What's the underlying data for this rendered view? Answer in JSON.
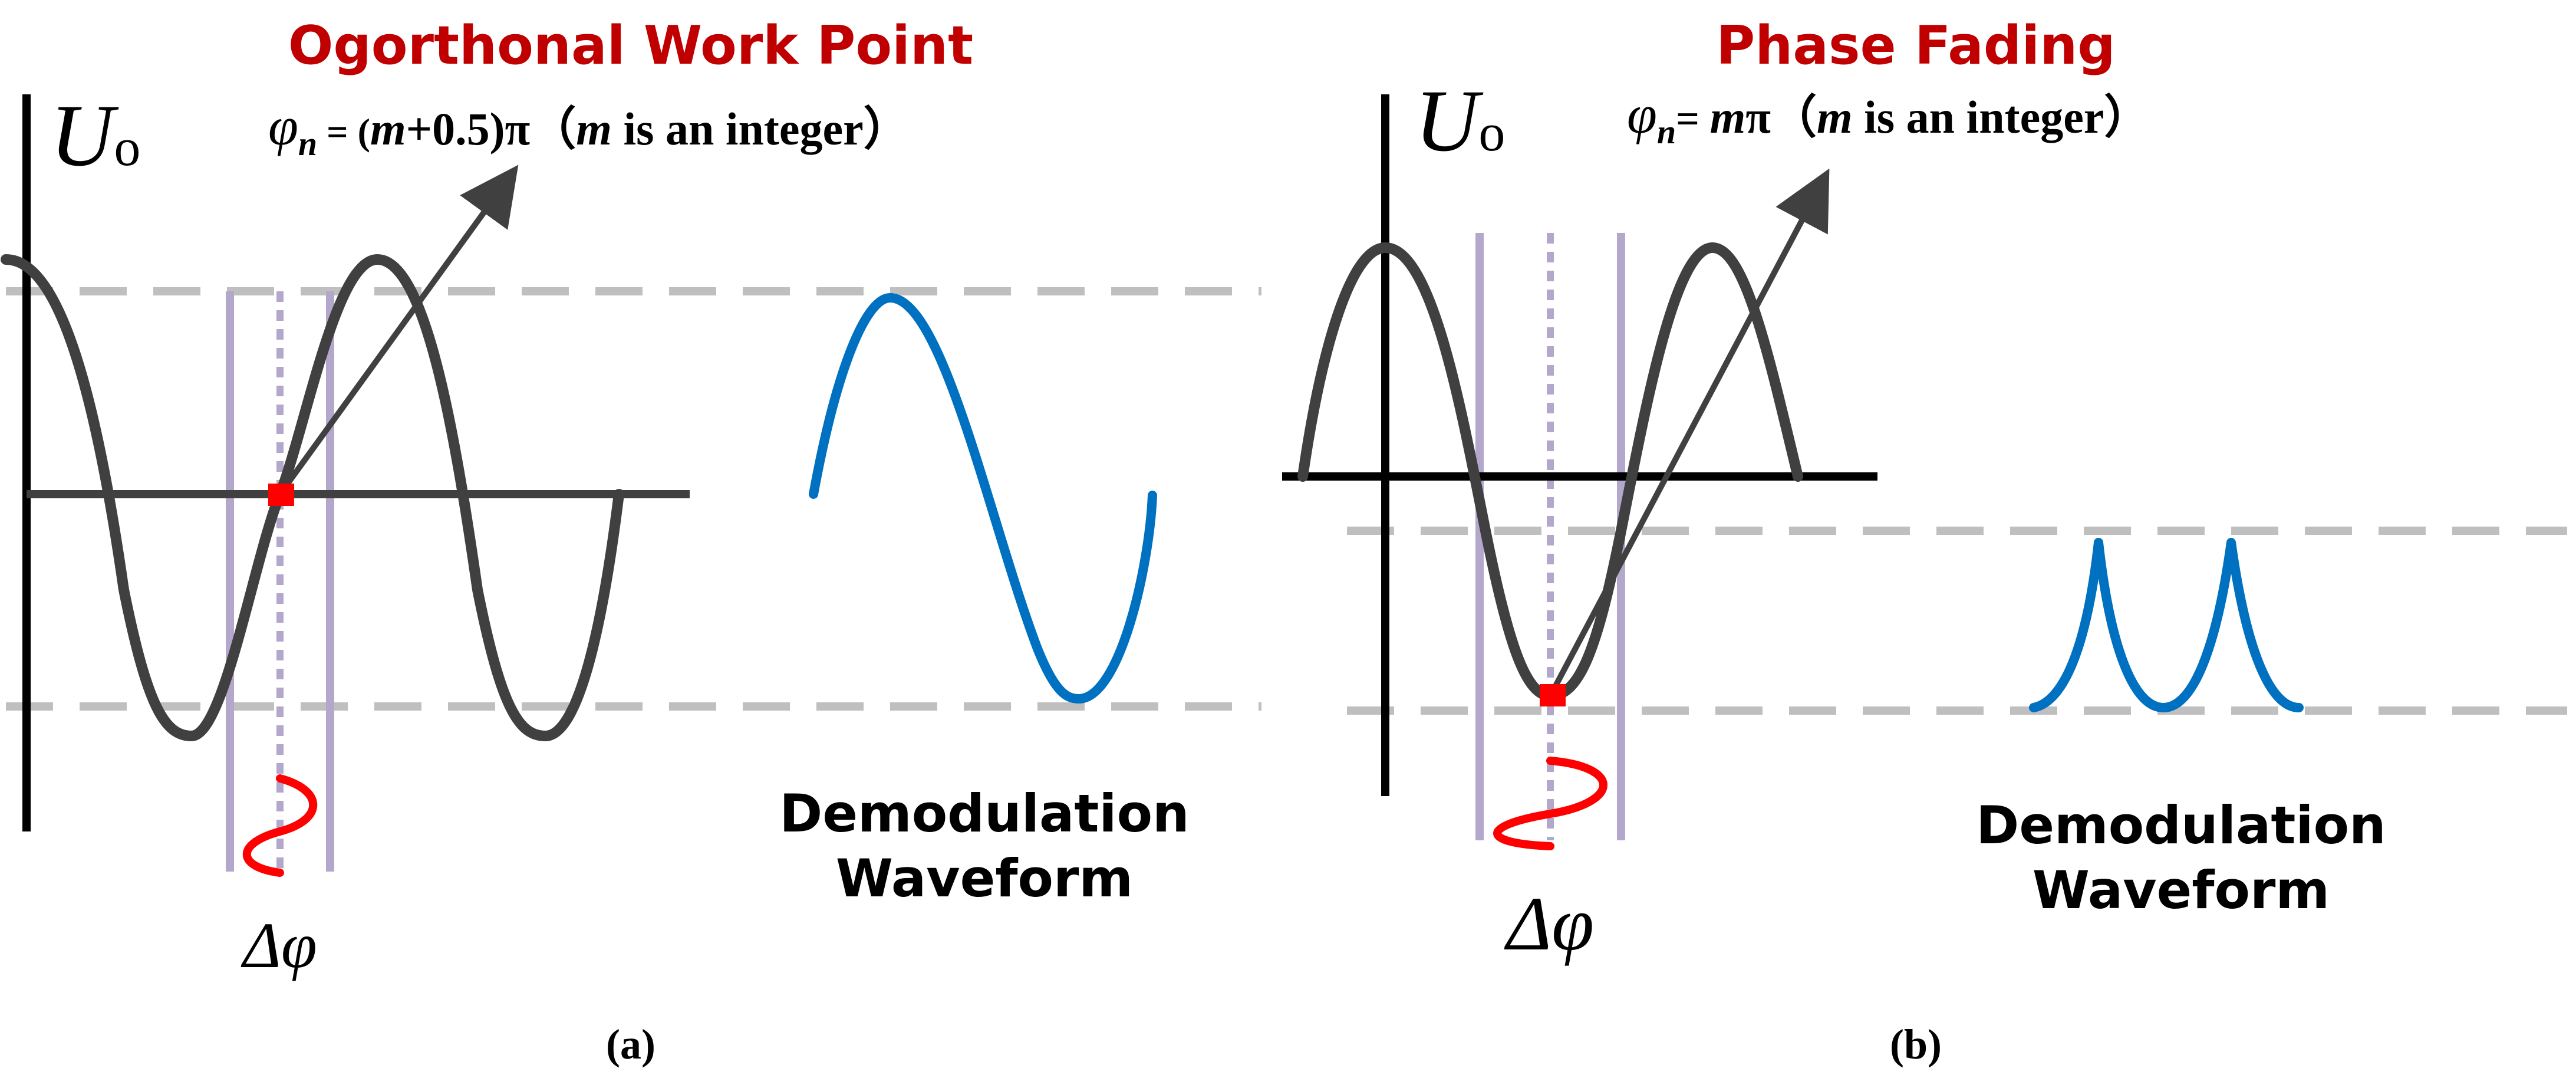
{
  "colors": {
    "title": "#c00000",
    "curve": "#404040",
    "axis": "#000000",
    "dashed": "#bfbfbf",
    "guide": "#b4a7cc",
    "signal": "#ff0000",
    "demod": "#0070c0"
  },
  "panel_a": {
    "title": "Ogorthonal Work Point",
    "y_label_main": "U",
    "y_label_sub": "o",
    "formula_phi": "φ",
    "formula_sub": "n",
    "formula_eq": " = (",
    "formula_m1": "m",
    "formula_rest1": "+0.5)π（",
    "formula_m2": "m",
    "formula_rest2": " is an integer）",
    "delta_label": "Δφ",
    "demod_line1": "Demodulation",
    "demod_line2": "Waveform",
    "panel_letter": "(a)"
  },
  "panel_b": {
    "title": "Phase Fading",
    "y_label_main": "U",
    "y_label_sub": "o",
    "formula_phi": "φ",
    "formula_sub": "n",
    "formula_eq": "= ",
    "formula_m1": "m",
    "formula_rest1": "π（",
    "formula_m2": "m",
    "formula_rest2": " is an integer）",
    "delta_label": "Δφ",
    "demod_line1": "Demodulation",
    "demod_line2": "Waveform",
    "panel_letter": "(b)"
  }
}
